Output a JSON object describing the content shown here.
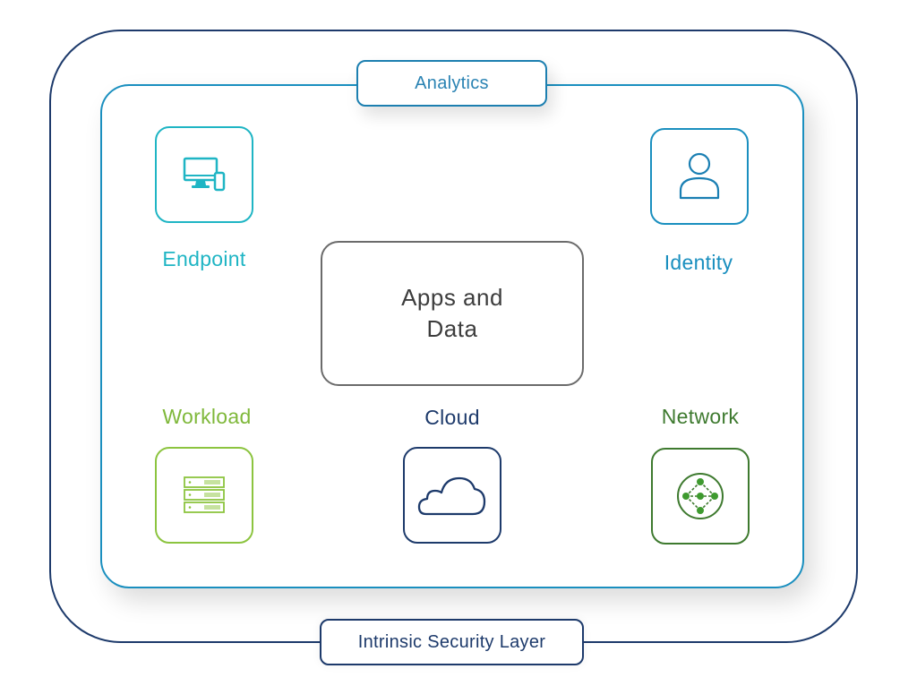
{
  "diagram": {
    "outer_layer_label": "Intrinsic Security Layer",
    "analytics_label": "Analytics",
    "center": {
      "line1": "Apps and",
      "line2": "Data"
    },
    "nodes": {
      "endpoint": {
        "label": "Endpoint",
        "icon": "desktop-and-phone-icon",
        "color": "#1fb5c4"
      },
      "identity": {
        "label": "Identity",
        "icon": "user-icon",
        "color": "#1a8fbf"
      },
      "workload": {
        "label": "Workload",
        "icon": "server-rack-icon",
        "color": "#8cc43f"
      },
      "cloud": {
        "label": "Cloud",
        "icon": "cloud-icon",
        "color": "#1d3a6b"
      },
      "network": {
        "label": "Network",
        "icon": "network-nodes-icon",
        "color": "#3e8c2f"
      }
    },
    "colors": {
      "outer_border": "#1d3a6b",
      "inner_border": "#1a8fbf",
      "center_border": "#6b6b6b"
    }
  }
}
